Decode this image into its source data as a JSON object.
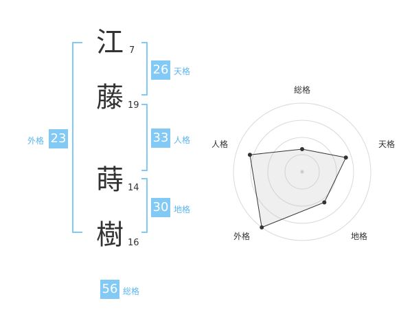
{
  "characters": [
    {
      "char": "江",
      "strokes": "7"
    },
    {
      "char": "藤",
      "strokes": "19"
    },
    {
      "char": "蒔",
      "strokes": "14"
    },
    {
      "char": "樹",
      "strokes": "16"
    }
  ],
  "fortunes": {
    "tenkaku": {
      "value": "26",
      "label": "天格"
    },
    "jinkaku": {
      "value": "33",
      "label": "人格"
    },
    "chikaku": {
      "value": "30",
      "label": "地格"
    },
    "gaikaku": {
      "value": "23",
      "label": "外格"
    },
    "soukaku": {
      "value": "56",
      "label": "総格"
    }
  },
  "accent_color": "#82c9f5",
  "chart_data": {
    "type": "radar",
    "axes": [
      "総格",
      "天格",
      "地格",
      "外格",
      "人格"
    ],
    "values": [
      0.33,
      0.67,
      0.55,
      1.0,
      0.8
    ],
    "rings": 4,
    "grid": true
  }
}
